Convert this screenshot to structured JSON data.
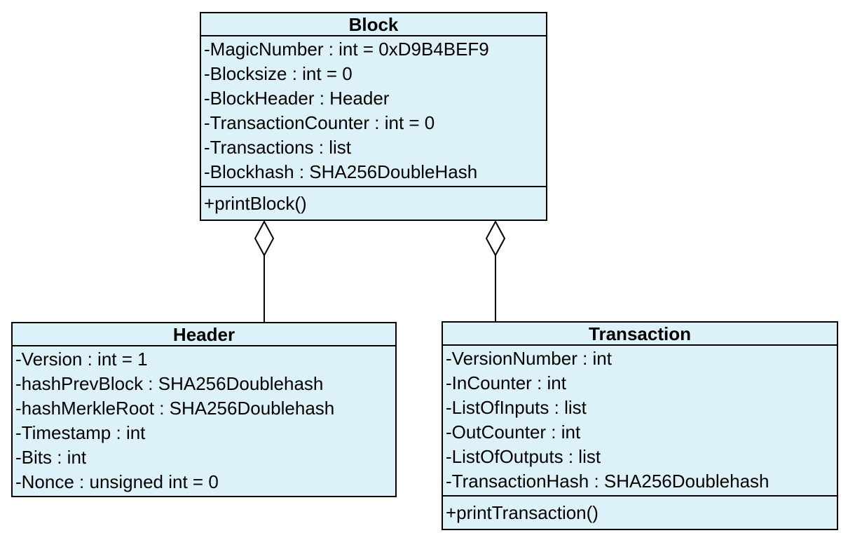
{
  "diagram": {
    "type": "uml-class-diagram",
    "colors": {
      "background": "#ffffff",
      "class_fill": "#ddf1f8",
      "border": "#000000",
      "text": "#000000",
      "diamond_fill": "#ffffff"
    },
    "classes": [
      {
        "name": "Block",
        "attributes": [
          "-MagicNumber : int = 0xD9B4BEF9",
          "-Blocksize : int = 0",
          "-BlockHeader : Header",
          "-TransactionCounter : int = 0",
          "-Transactions : list",
          "-Blockhash : SHA256DoubleHash"
        ],
        "operations": [
          "+printBlock()"
        ]
      },
      {
        "name": "Header",
        "attributes": [
          "-Version : int = 1",
          "-hashPrevBlock : SHA256Doublehash",
          "-hashMerkleRoot : SHA256Doublehash",
          "-Timestamp : int",
          "-Bits : int",
          "-Nonce : unsigned int = 0"
        ],
        "operations": []
      },
      {
        "name": "Transaction",
        "attributes": [
          "-VersionNumber : int",
          "-InCounter : int",
          "-ListOfInputs : list",
          "-OutCounter : int",
          "-ListOfOutputs : list",
          "-TransactionHash : SHA256Doublehash"
        ],
        "operations": [
          "+printTransaction()"
        ]
      }
    ],
    "relationships": [
      {
        "type": "aggregation",
        "owner": "Block",
        "part": "Header"
      },
      {
        "type": "aggregation",
        "owner": "Block",
        "part": "Transaction"
      }
    ]
  }
}
